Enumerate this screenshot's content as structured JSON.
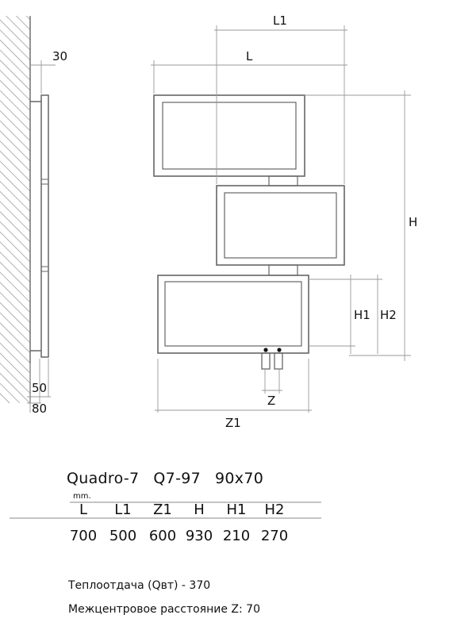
{
  "drawing": {
    "labels": {
      "L1": "L1",
      "L": "L",
      "H": "H",
      "H1": "H1",
      "H2": "H2",
      "Z": "Z",
      "Z1": "Z1",
      "wall_gap": "30",
      "bottom_a": "50",
      "bottom_b": "80"
    }
  },
  "spec": {
    "model": "Quadro-7",
    "code": "Q7-97",
    "size": "90x70",
    "unit": "mm.",
    "headers": [
      "L",
      "L1",
      "Z1",
      "H",
      "H1",
      "H2"
    ],
    "values": [
      "700",
      "500",
      "600",
      "930",
      "210",
      "270"
    ]
  },
  "notes": {
    "heat_output": "Теплоотдача (Qвт) - 370",
    "center_distance": "Межцентровое расстояние Z: 70"
  }
}
